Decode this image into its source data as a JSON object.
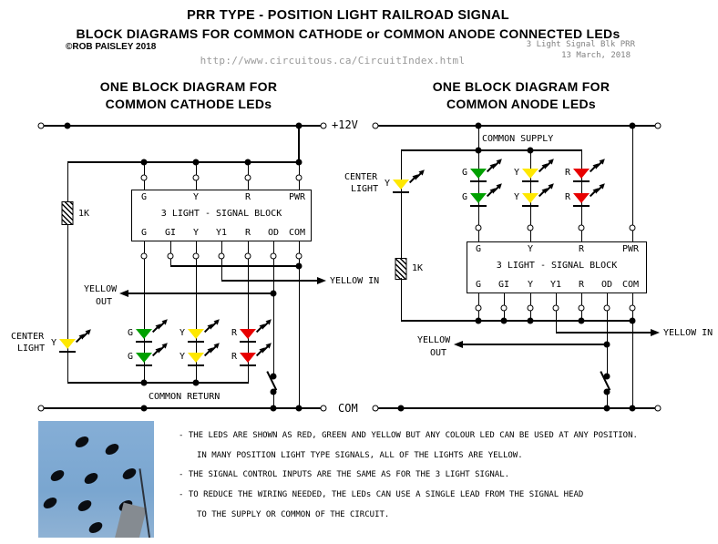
{
  "header": {
    "title": "PRR TYPE - POSITION LIGHT RAILROAD SIGNAL",
    "subtitle": "BLOCK DIAGRAMS FOR COMMON CATHODE or COMMON ANODE CONNECTED LEDs",
    "copyright": "©ROB PAISLEY 2018",
    "doc_name": "3 Light Signal Blk PRR",
    "doc_date": "13 March, 2018",
    "url": "http://www.circuitous.ca/CircuitIndex.html"
  },
  "labels": {
    "supply": "+12V",
    "common": "COM",
    "resistor": "1K",
    "yellow": "YELLOW",
    "out": "OUT",
    "yellow_in": "YELLOW IN",
    "center": "CENTER",
    "light": "LIGHT",
    "common_supply": "COMMON SUPPLY",
    "common_return": "COMMON RETURN",
    "led_g": "G",
    "led_y": "Y",
    "led_r": "R"
  },
  "left_diagram": {
    "heading1": "ONE BLOCK DIAGRAM FOR",
    "heading2": "COMMON CATHODE LEDs",
    "block": {
      "title": "3 LIGHT - SIGNAL BLOCK",
      "top_pins": [
        "G",
        "Y",
        "R",
        "PWR"
      ],
      "bottom_pins": [
        "G",
        "GI",
        "Y",
        "Y1",
        "R",
        "OD",
        "COM"
      ]
    }
  },
  "right_diagram": {
    "heading1": "ONE BLOCK DIAGRAM FOR",
    "heading2": "COMMON ANODE LEDs",
    "block": {
      "title": "3 LIGHT - SIGNAL BLOCK",
      "top_pins": [
        "G",
        "Y",
        "R",
        "PWR"
      ],
      "bottom_pins": [
        "G",
        "GI",
        "Y",
        "Y1",
        "R",
        "OD",
        "COM"
      ]
    }
  },
  "notes": [
    "- THE LEDS ARE SHOWN AS RED, GREEN AND YELLOW BUT ANY COLOUR LED CAN BE USED AT ANY POSITION.",
    "IN MANY POSITION LIGHT TYPE SIGNALS, ALL OF THE LIGHTS ARE YELLOW.",
    "- THE SIGNAL CONTROL INPUTS ARE THE SAME AS FOR THE 3 LIGHT SIGNAL.",
    "- TO REDUCE THE WIRING NEEDED, THE LEDs CAN USE A SINGLE LEAD FROM THE SIGNAL HEAD",
    "TO THE SUPPLY OR COMMON OF THE CIRCUIT."
  ],
  "colors": {
    "led_green": "#00A000",
    "led_yellow": "#FFE800",
    "led_red": "#E80000",
    "wire": "#000000",
    "muted_text": "#808080",
    "sky": "#7AA6D0"
  }
}
